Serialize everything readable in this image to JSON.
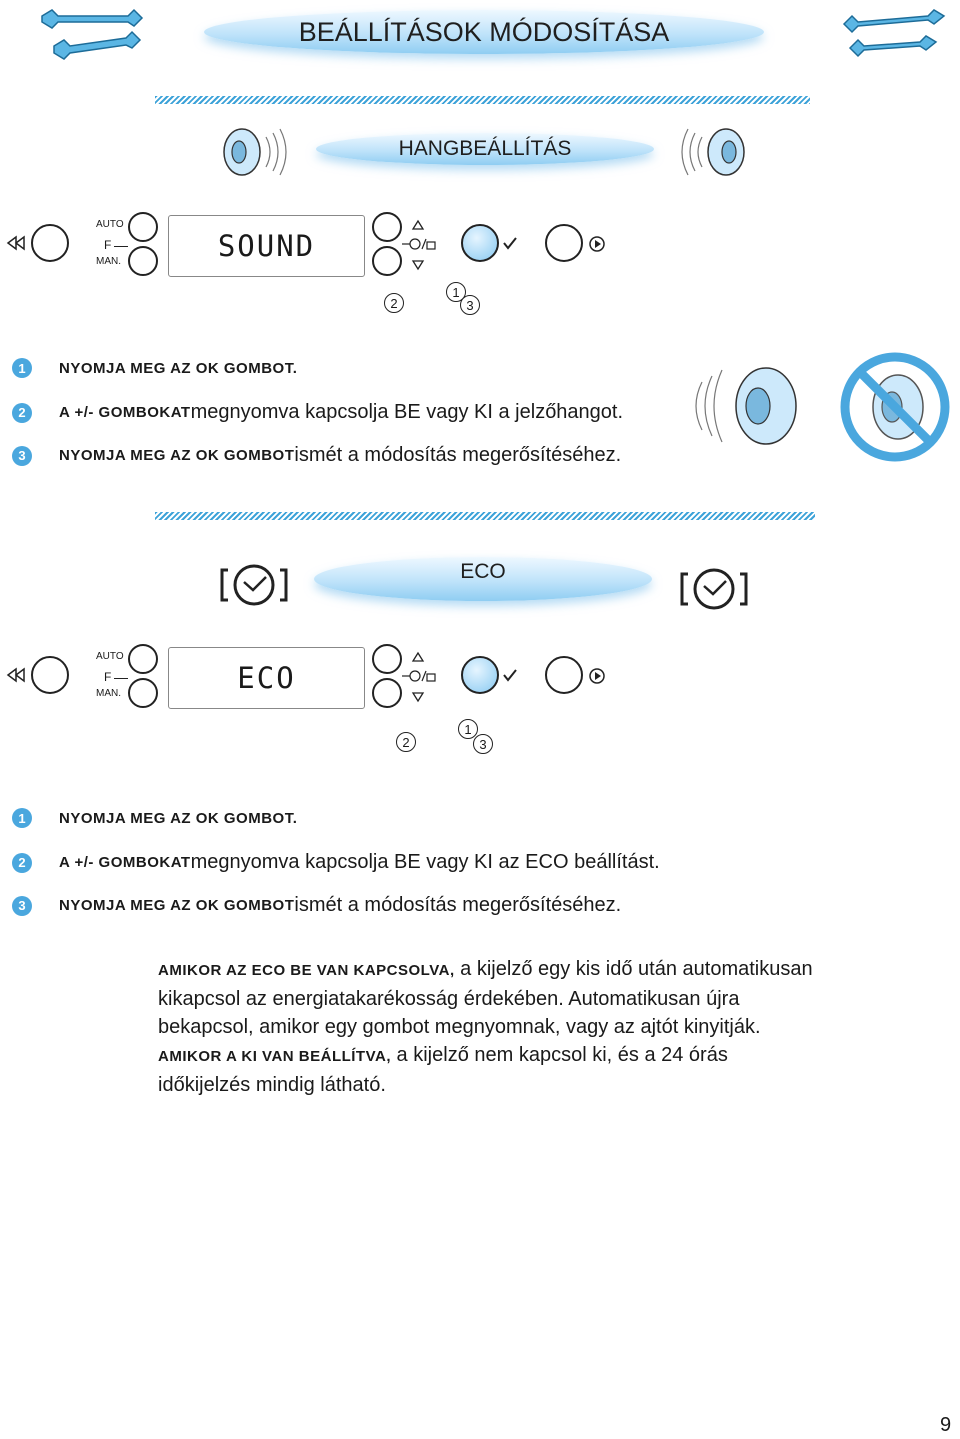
{
  "page": {
    "title": "BEÁLLÍTÁSOK MÓDOSÍTÁSA",
    "page_number": "9"
  },
  "sound_section": {
    "heading": "HANGBEÁLLÍTÁS",
    "panel": {
      "display_text": "SOUND",
      "label_auto": "AUTO",
      "label_f": "F",
      "label_man": "MAN.",
      "step_a": "2",
      "step_b": "1",
      "step_c": "3"
    },
    "steps": [
      {
        "num": "1",
        "lead": "Nyomja meg az OK gombot.",
        "rest": ""
      },
      {
        "num": "2",
        "lead": "A +/- gombokat",
        "rest": " megnyomva kapcsolja BE vagy KI a jelzőhangot."
      },
      {
        "num": "3",
        "lead": "Nyomja meg az OK gombot",
        "rest": " ismét a módosítás megerősítéséhez."
      }
    ]
  },
  "eco_section": {
    "heading": "ECO",
    "panel": {
      "display_text": "ECO",
      "label_auto": "AUTO",
      "label_f": "F",
      "label_man": "MAN.",
      "step_a": "2",
      "step_b": "1",
      "step_c": "3"
    },
    "steps": [
      {
        "num": "1",
        "lead": "Nyomja meg az OK gombot.",
        "rest": ""
      },
      {
        "num": "2",
        "lead": "A +/- gombokat",
        "rest": " megnyomva kapcsolja BE vagy KI az ECO beállítást."
      },
      {
        "num": "3",
        "lead": "Nyomja meg az OK gombot",
        "rest": " ismét a módosítás megerősítéséhez."
      }
    ],
    "note": {
      "p1_lead": "Amikor az ECO be van kapcsolva,",
      "p1_rest": " a kijelző egy kis idő után automatikusan kikapcsol az energiatakarékosság érdekében. Automatikusan újra bekapcsol, amikor egy gombot megnyomnak, vagy az ajtót kinyitják.",
      "p2_lead": "Amikor a KI van beállítva,",
      "p2_rest": " a kijelző nem kapcsol ki, és a 24 órás időkijelzés mindig látható."
    }
  },
  "colors": {
    "accent": "#4aa7de",
    "pill_light": "#eef8ff",
    "pill_dark": "#8fcdf2"
  }
}
